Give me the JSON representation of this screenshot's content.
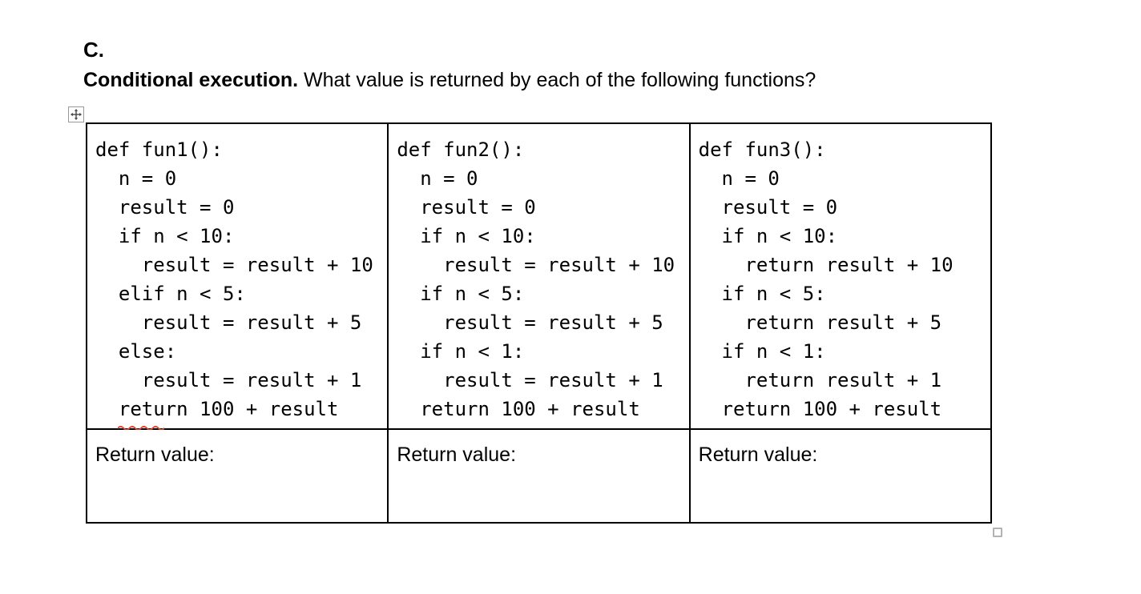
{
  "header": {
    "section_label": "C.",
    "title_bold": "Conditional execution.",
    "title_rest": " What value is returned by each of the following functions?"
  },
  "table": {
    "code_cells": [
      {
        "function_name": "fun1",
        "code": [
          "def fun1():",
          "  n = 0",
          "  result = 0",
          "  if n < 10:",
          "    result = result + 10",
          "  elif n < 5:",
          "    result = result + 5",
          "  else:",
          "    result = result + 1",
          "  return 100 + result"
        ],
        "spellcheck_flagged_word": "elif"
      },
      {
        "function_name": "fun2",
        "code": [
          "def fun2():",
          "  n = 0",
          "  result = 0",
          "  if n < 10:",
          "    result = result + 10",
          "  if n < 5:",
          "    result = result + 5",
          "  if n < 1:",
          "    result = result + 1",
          "  return 100 + result"
        ]
      },
      {
        "function_name": "fun3",
        "code": [
          "def fun3():",
          "  n = 0",
          "  result = 0",
          "  if n < 10:",
          "    return result + 10",
          "  if n < 5:",
          "    return result + 5",
          "  if n < 1:",
          "    return result + 1",
          "  return 100 + result"
        ]
      }
    ],
    "answer_cells": [
      {
        "label": "Return value:",
        "value": ""
      },
      {
        "label": "Return value:",
        "value": ""
      },
      {
        "label": "Return value:",
        "value": ""
      }
    ]
  },
  "icons": {
    "move_handle": "table-move-icon",
    "resize_handle": "table-resize-icon"
  },
  "colors": {
    "text": "#000000",
    "table_border": "#000000",
    "squiggle": "#e0452f",
    "handle_border": "#9a9a9a",
    "handle_glyph": "#444444"
  }
}
